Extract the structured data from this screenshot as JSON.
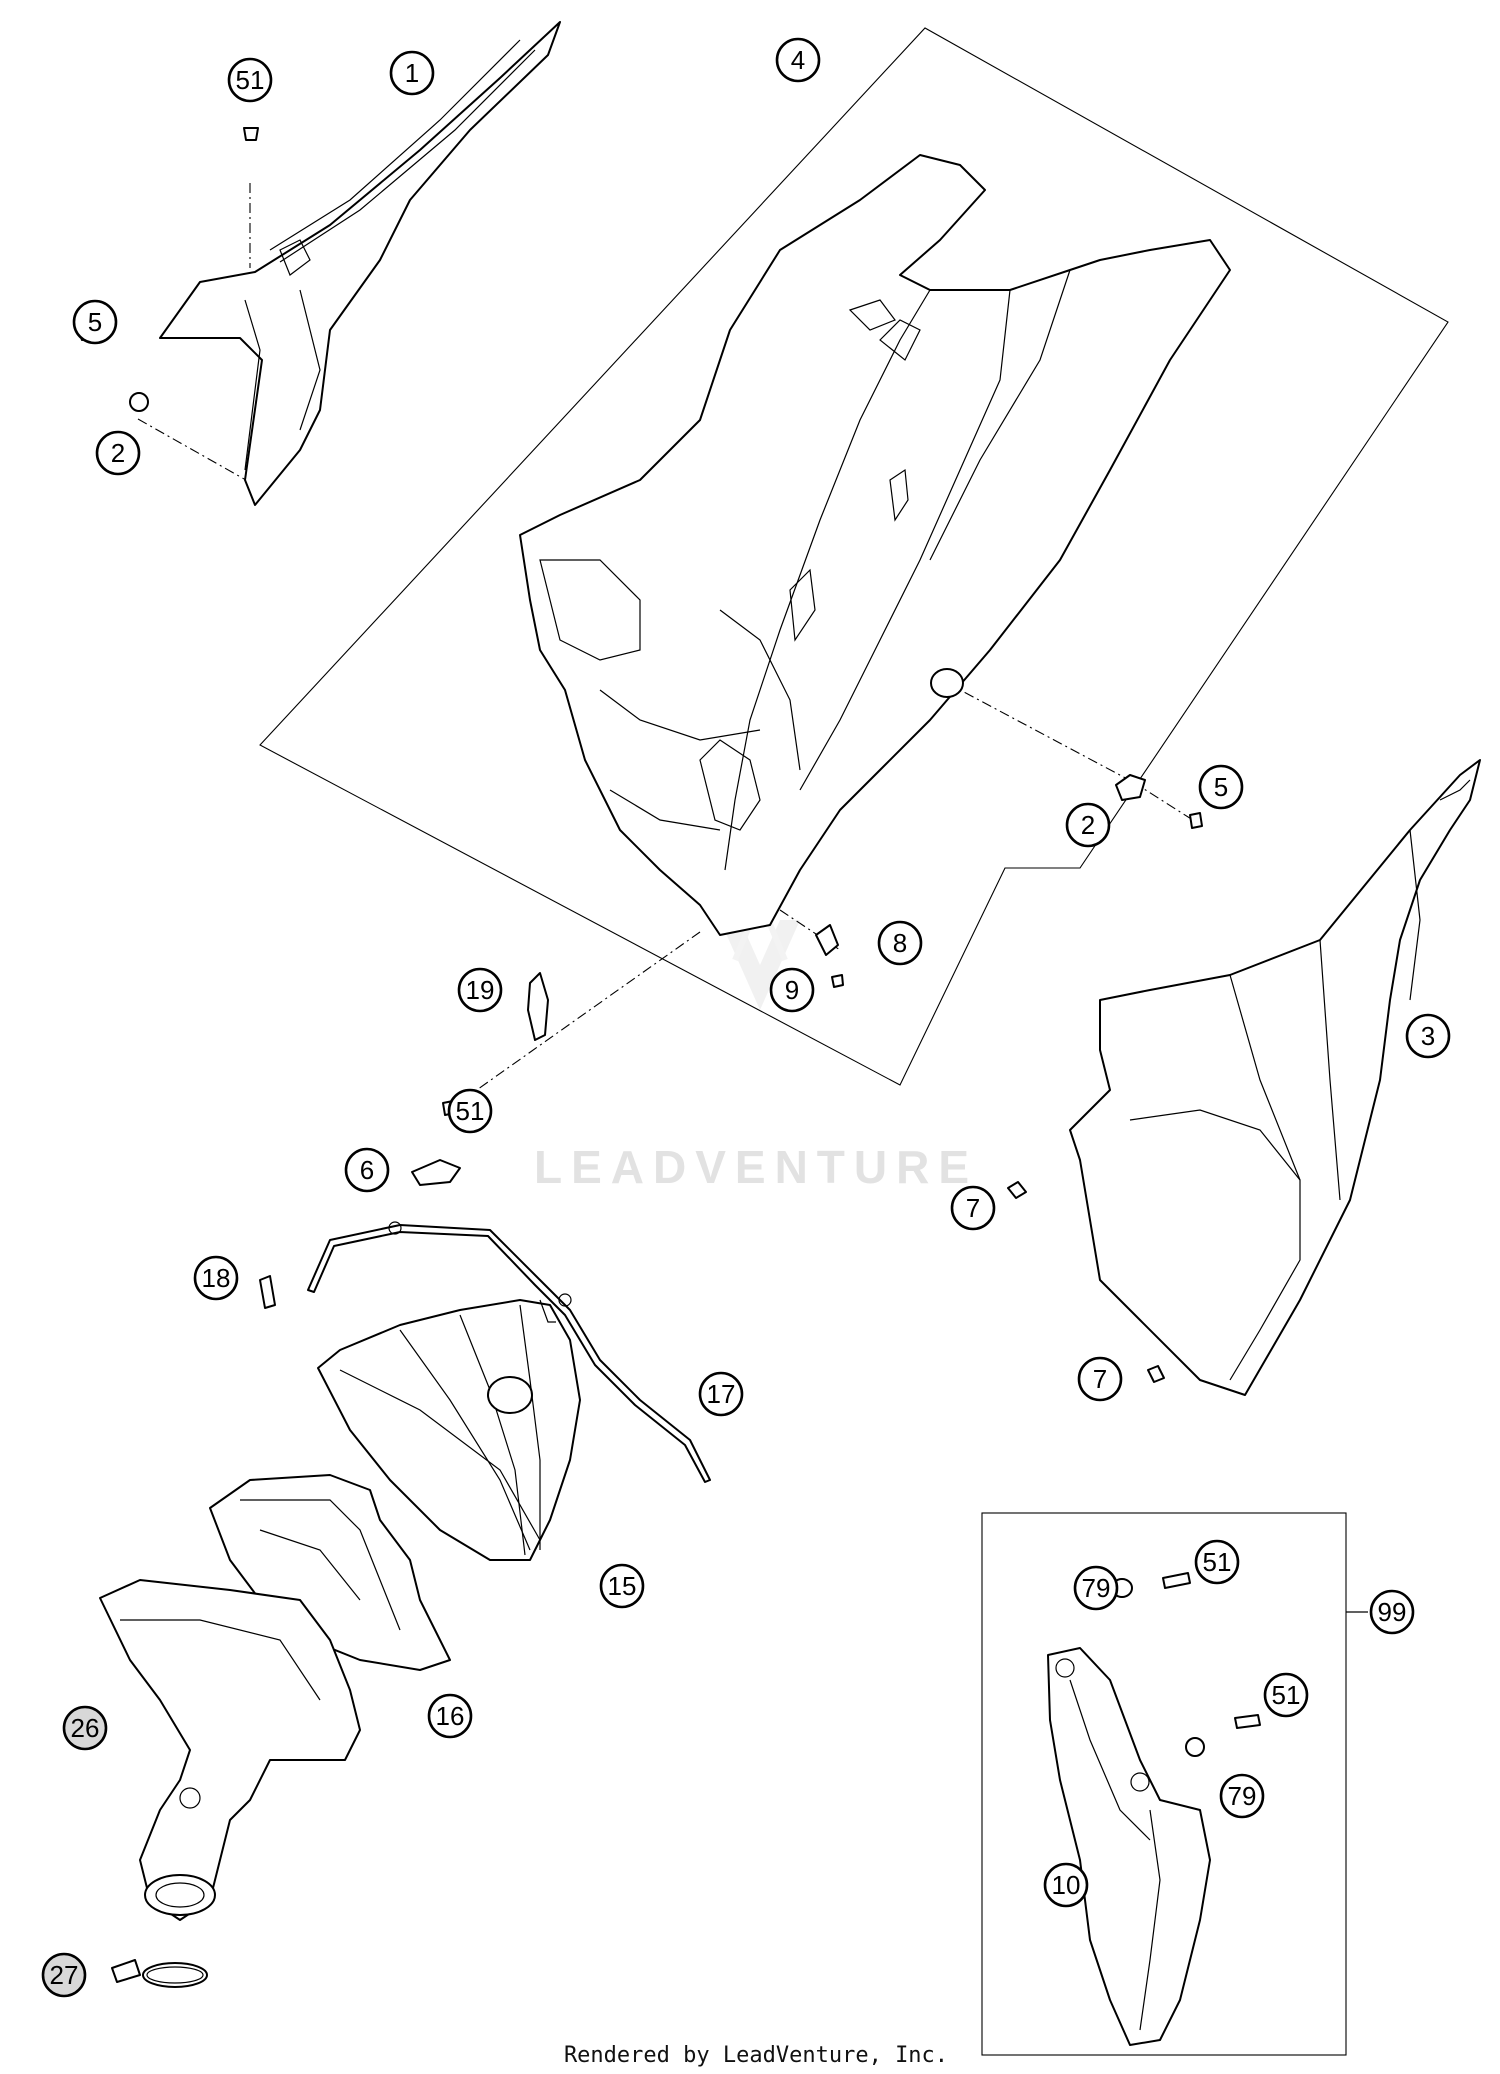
{
  "watermark": "LEADVENTURE",
  "footer": "Rendered by LeadVenture, Inc.",
  "callouts": [
    {
      "label": "51"
    },
    {
      "label": "1"
    },
    {
      "label": "4"
    },
    {
      "label": "5"
    },
    {
      "label": "2"
    },
    {
      "label": "5"
    },
    {
      "label": "2"
    },
    {
      "label": "3"
    },
    {
      "label": "8"
    },
    {
      "label": "9"
    },
    {
      "label": "19"
    },
    {
      "label": "51"
    },
    {
      "label": "6"
    },
    {
      "label": "7"
    },
    {
      "label": "7"
    },
    {
      "label": "18"
    },
    {
      "label": "17"
    },
    {
      "label": "15"
    },
    {
      "label": "16"
    },
    {
      "label": "26"
    },
    {
      "label": "27"
    },
    {
      "label": "79"
    },
    {
      "label": "51"
    },
    {
      "label": "99"
    },
    {
      "label": "51"
    },
    {
      "label": "79"
    },
    {
      "label": "10"
    }
  ]
}
